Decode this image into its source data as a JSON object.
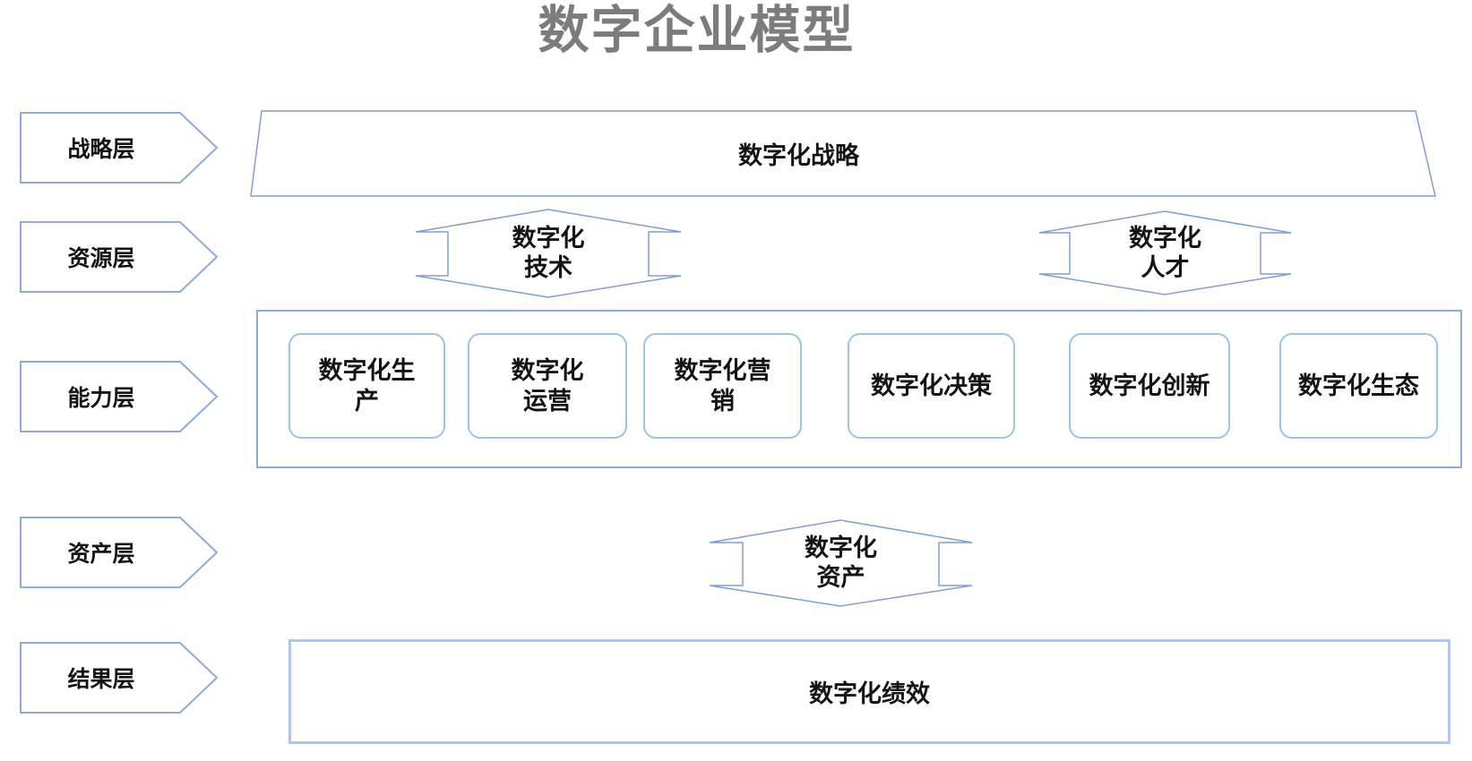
{
  "title": "数字企业模型",
  "colors": {
    "title_text": "#7c7c7c",
    "pentagon_border": "#8faadc",
    "box_border": "#9dc3e6",
    "result_border": "#b3c6e7",
    "arrow_border": "#7f9ed6",
    "text": "#141414"
  },
  "layer_labels": [
    {
      "label": "战略层"
    },
    {
      "label": "资源层"
    },
    {
      "label": "能力层"
    },
    {
      "label": "资产层"
    },
    {
      "label": "结果层"
    }
  ],
  "strategy_band": {
    "label": "数字化战略"
  },
  "resource_arrows": [
    {
      "lines": [
        "数字化",
        "技术"
      ]
    },
    {
      "lines": [
        "数字化",
        "人才"
      ]
    }
  ],
  "capability_boxes": [
    {
      "lines": [
        "数字化生",
        "产"
      ]
    },
    {
      "lines": [
        "数字化",
        "运营"
      ]
    },
    {
      "lines": [
        "数字化营",
        "销"
      ]
    },
    {
      "lines": [
        "数字化决策"
      ]
    },
    {
      "lines": [
        "数字化创新"
      ]
    },
    {
      "lines": [
        "数字化生态"
      ]
    }
  ],
  "asset_arrow": {
    "lines": [
      "数字化",
      "资产"
    ]
  },
  "result_band": {
    "label": "数字化绩效"
  }
}
